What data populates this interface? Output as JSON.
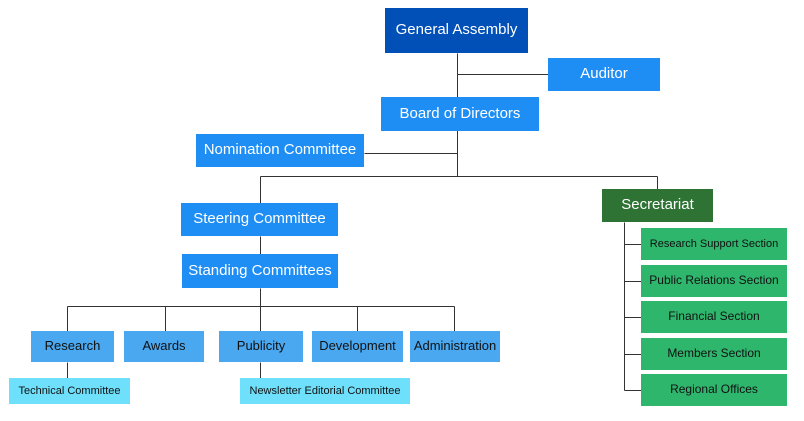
{
  "colors": {
    "top": "#0050b8",
    "primary": "#1e8ef5",
    "secondary": "#4aa8f0",
    "tertiary": "#6fe0fb",
    "secretariat": "#2e7234",
    "section": "#2eb66d",
    "line": "#333333",
    "white_text": "#ffffff",
    "dark_text": "#111111"
  },
  "nodes": {
    "general_assembly": "General Assembly",
    "auditor": "Auditor",
    "board_of_directors": "Board of Directors",
    "nomination_committee": "Nomination Committee",
    "steering_committee": "Steering Committee",
    "standing_committees": "Standing Committees",
    "secretariat": "Secretariat",
    "research": "Research",
    "awards": "Awards",
    "publicity": "Publicity",
    "development": "Development",
    "administration": "Administration",
    "technical_committee": "Technical Committee",
    "newsletter_editorial_committee": "Newsletter Editorial Committee",
    "research_support_section": "Research Support Section",
    "public_relations_section": "Public Relations Section",
    "financial_section": "Financial Section",
    "members_section": "Members Section",
    "regional_offices": "Regional Offices"
  }
}
